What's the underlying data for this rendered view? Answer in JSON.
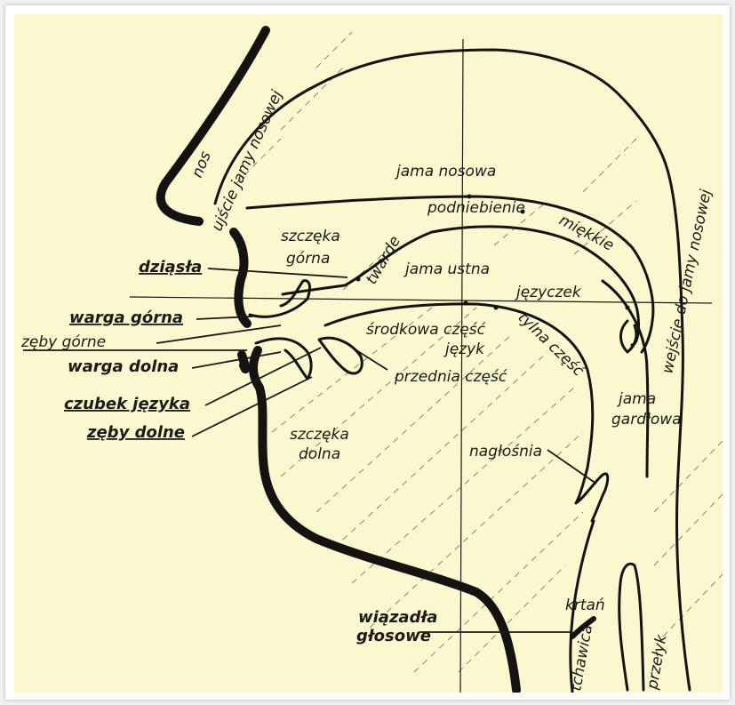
{
  "labels": {
    "nos": "nos",
    "ujscie": "ujście jamy nosowej",
    "jama_nosowa": "jama nosowa",
    "podniebienie": "podniebienie",
    "twarde": "twarde",
    "miekkie": "miękkie",
    "szczeka_gorna_1": "szczęka",
    "szczeka_gorna_2": "górna",
    "jama_ustna": "jama ustna",
    "jezyczek": "języczek",
    "wejscie": "wejście do jamy nosowej",
    "dziasla": "dziąsła",
    "warga_gorna": "warga górna",
    "zeby_gorne": "zęby górne",
    "srodkowa": "środkowa część",
    "jezyk": "język",
    "tylna": "tylna część",
    "warga_dolna": "warga dolna",
    "przednia": "przednia część",
    "czubek": "czubek języka",
    "zeby_dolne": "zęby dolne",
    "szczeka_dolna_1": "szczęka",
    "szczeka_dolna_2": "dolna",
    "jama_gardlowa_1": "jama",
    "jama_gardlowa_2": "gardłowa",
    "naglosnia": "nagłośnia",
    "krtan": "krtań",
    "wiazadla_1": "wiązadła",
    "wiazadla_2": "głosowe",
    "tchawica": "tchawica",
    "przelyk": "przełyk"
  }
}
